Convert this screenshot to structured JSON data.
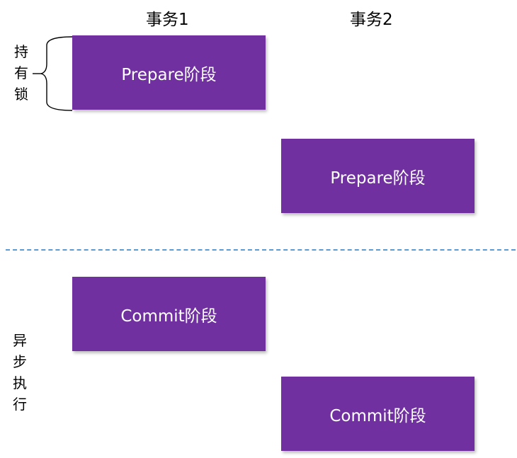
{
  "headers": {
    "txn1": "事务1",
    "txn2": "事务2"
  },
  "boxes": {
    "txn1_prepare": "Prepare阶段",
    "txn2_prepare": "Prepare阶段",
    "txn1_commit": "Commit阶段",
    "txn2_commit": "Commit阶段"
  },
  "labels": {
    "hold_lock": [
      "持",
      "有",
      "锁"
    ],
    "async_exec": [
      "异",
      "步",
      "执",
      "行"
    ]
  },
  "colors": {
    "box_fill": "#7030a0",
    "box_text": "#ffffff",
    "divider": "#5b9bd5"
  }
}
